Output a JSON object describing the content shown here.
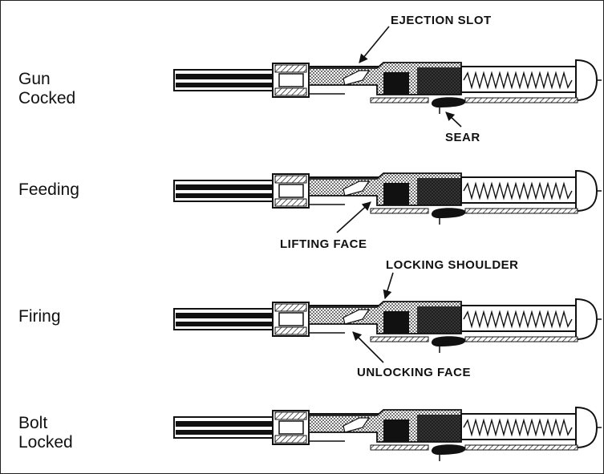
{
  "stages": [
    {
      "label": "Gun\nCocked"
    },
    {
      "label": "Feeding"
    },
    {
      "label": "Firing"
    },
    {
      "label": "Bolt\nLocked"
    }
  ],
  "callouts": {
    "ejection_slot": "EJECTION SLOT",
    "sear": "SEAR",
    "lifting_face": "LIFTING FACE",
    "locking_shoulder": "LOCKING SHOULDER",
    "unlocking_face": "UNLOCKING FACE"
  }
}
